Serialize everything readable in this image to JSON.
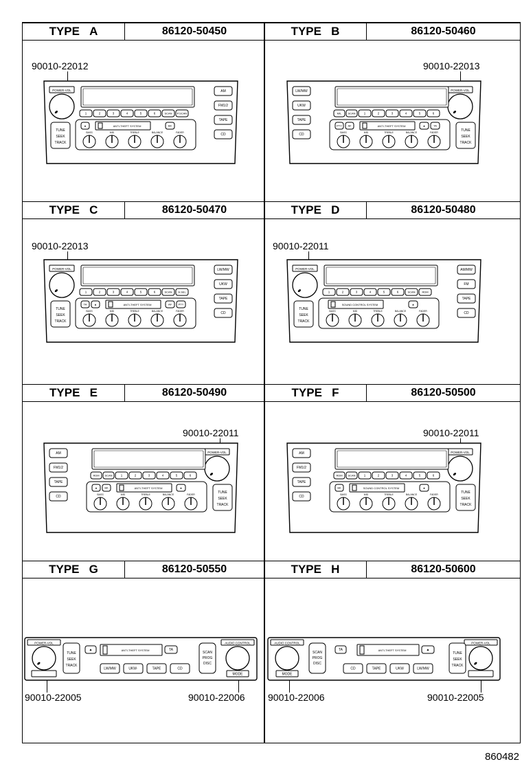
{
  "sections": [
    {
      "type_label": "TYPE",
      "type_letter": "A",
      "part_no": "86120-50450",
      "callouts": [
        "90010-22012"
      ]
    },
    {
      "type_label": "TYPE",
      "type_letter": "B",
      "part_no": "86120-50460",
      "callouts": [
        "90010-22013"
      ]
    },
    {
      "type_label": "TYPE",
      "type_letter": "C",
      "part_no": "86120-50470",
      "callouts": [
        "90010-22013"
      ]
    },
    {
      "type_label": "TYPE",
      "type_letter": "D",
      "part_no": "86120-50480",
      "callouts": [
        "90010-22011"
      ]
    },
    {
      "type_label": "TYPE",
      "type_letter": "E",
      "part_no": "86120-50490",
      "callouts": [
        "90010-22011"
      ]
    },
    {
      "type_label": "TYPE",
      "type_letter": "F",
      "part_no": "86120-50500",
      "callouts": [
        "90010-22011"
      ]
    },
    {
      "type_label": "TYPE",
      "type_letter": "G",
      "part_no": "86120-50550",
      "callouts": [
        "90010-22005",
        "90010-22006"
      ]
    },
    {
      "type_label": "TYPE",
      "type_letter": "H",
      "part_no": "86120-50600",
      "callouts": [
        "90010-22006",
        "90010-22005"
      ]
    }
  ],
  "panel_labels": {
    "power_vol": "POWER-VOL",
    "audio_control": "AUDIO CONTROL",
    "tune_seek_track": [
      "TUNE",
      "SEEK",
      "TRACK"
    ],
    "scan_prog_disc": [
      "SCAN",
      "PROG",
      "DISC"
    ],
    "am": "AM",
    "fm": "FM",
    "fm12": "FM1/2",
    "lw_mw": "LW/MW",
    "ukw": "UKW",
    "ukw_g": "UKW·",
    "tape": "TAPE",
    "cd": "CD",
    "lwmw_g": "LW/MW",
    "lwmw_h": "LW/MW",
    "scan": "SCAN",
    "rdm": "RDM",
    "ta": "TA",
    "af": "AF",
    "pty": "PTY",
    "mode": "MODE",
    "anti_theft": "ANTI-THEFT SYSTEM",
    "sound_control": "SOUND CONTROL SYSTEM",
    "presets": [
      "1",
      "2",
      "3",
      "4",
      "5",
      "6"
    ],
    "knobs": [
      "BASS",
      "MID",
      "TREBLE",
      "BALANCE",
      "FADER"
    ]
  },
  "footer_code": "860482"
}
